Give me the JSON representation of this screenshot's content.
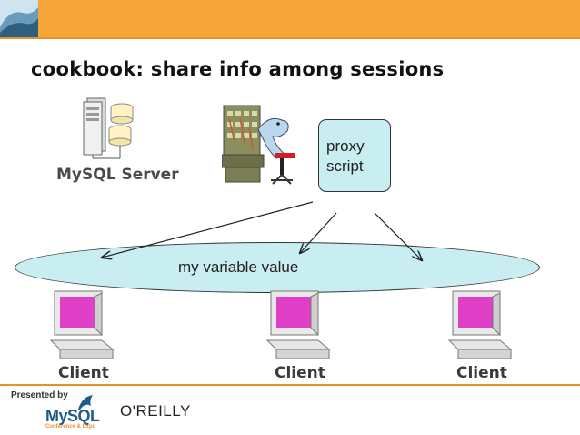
{
  "slide": {
    "title": "cookbook: share info among sessions"
  },
  "server": {
    "label": "MySQL Server"
  },
  "proxy": {
    "line1": "proxy",
    "line2": "script"
  },
  "shared": {
    "text": "my variable value"
  },
  "clients": [
    {
      "label": "Client"
    },
    {
      "label": "Client"
    },
    {
      "label": "Client"
    }
  ],
  "footer": {
    "presented_by": "Presented by",
    "mysql": "MySQL",
    "mysql_sub": "Conference & Expo",
    "oreilly": "O'REILLY"
  },
  "colors": {
    "accent": "#f5a53a",
    "shape_fill": "#c9eef2",
    "monitor": "#e040c8"
  }
}
